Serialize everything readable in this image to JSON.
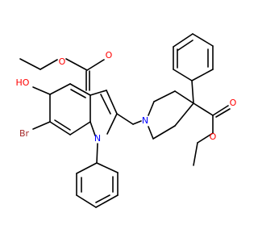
{
  "molecule": {
    "atoms": [
      {
        "id": "O1",
        "label": "O",
        "color": "#ff0000"
      },
      {
        "id": "O2",
        "label": "O",
        "color": "#ff0000"
      },
      {
        "id": "HO",
        "label": "HO",
        "color": "#ff0000"
      },
      {
        "id": "Br",
        "label": "Br",
        "color": "#a52a2a"
      },
      {
        "id": "N1",
        "label": "N",
        "color": "#0000ff"
      },
      {
        "id": "N2",
        "label": "N",
        "color": "#0000ff"
      },
      {
        "id": "O3",
        "label": "O",
        "color": "#ff0000"
      },
      {
        "id": "O4",
        "label": "O",
        "color": "#ff0000"
      }
    ],
    "bond_color": "#000000"
  }
}
